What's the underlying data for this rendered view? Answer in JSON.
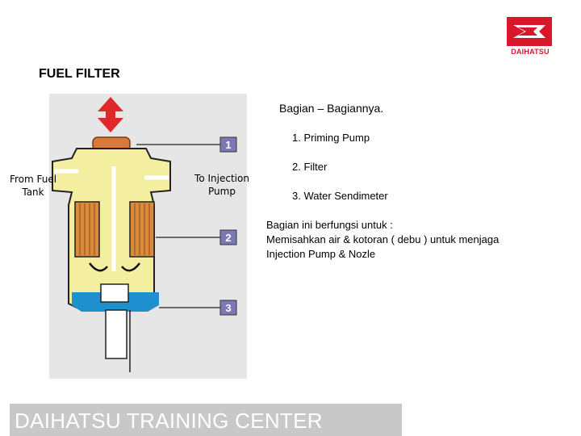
{
  "brand": {
    "logo_text": "DAIHATSU"
  },
  "title": "FUEL FILTER",
  "diagram": {
    "from_label": "From Fuel Tank",
    "to_label": "To Injection Pump",
    "callouts": [
      "1",
      "2",
      "3"
    ]
  },
  "parts": {
    "heading": "Bagian – Bagiannya.",
    "items": [
      "1. Priming Pump",
      "2. Filter",
      "3. Water Sendimeter"
    ]
  },
  "description": {
    "lines": [
      "Bagian ini berfungsi untuk :",
      "Memisahkan air & kotoran ( debu ) untuk menjaga",
      "Injection Pump & Nozle"
    ]
  },
  "footer": {
    "text": "DAIHATSU TRAINING CENTER"
  },
  "colors": {
    "brand_red": "#d7182a",
    "fuel_yellow": "#f4eea0",
    "filter_orange": "#d98a3a",
    "water_blue": "#1e90d0",
    "callout_purple": "#7b78b4",
    "footer_gray": "#c8c8c8"
  }
}
